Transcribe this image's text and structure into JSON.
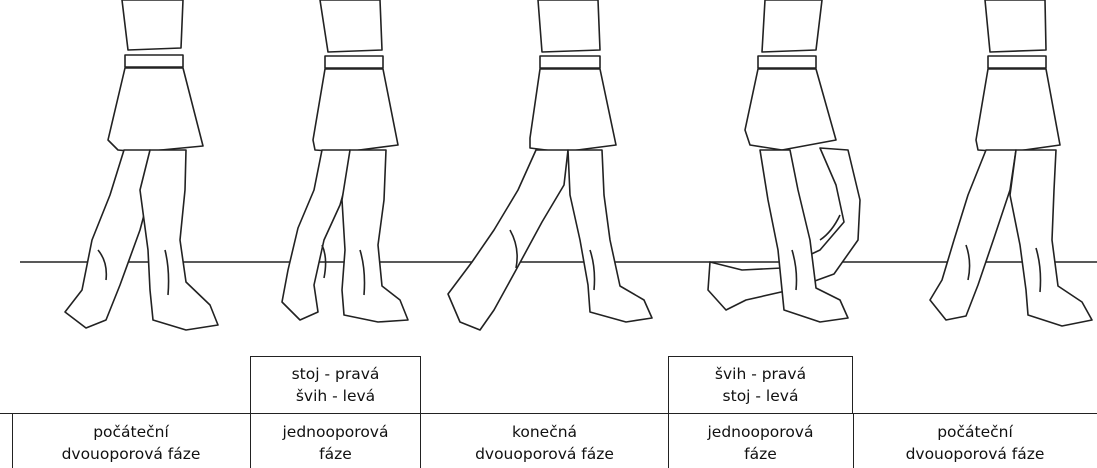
{
  "top_boxes": [
    {
      "line1": "stoj - pravá",
      "line2": "švih - levá"
    },
    {
      "line1": "švih - pravá",
      "line2": "stoj - levá"
    }
  ],
  "phases": [
    {
      "line1": "počáteční",
      "line2": "dvouoporová fáze"
    },
    {
      "line1": "jednooporová",
      "line2": "fáze"
    },
    {
      "line1": "konečná",
      "line2": "dvouoporová fáze"
    },
    {
      "line1": "jednooporová",
      "line2": "fáze"
    },
    {
      "line1": "počáteční",
      "line2": "dvouoporová fáze"
    }
  ],
  "colors": {
    "line": "#222222",
    "skin": "#ffffff"
  }
}
